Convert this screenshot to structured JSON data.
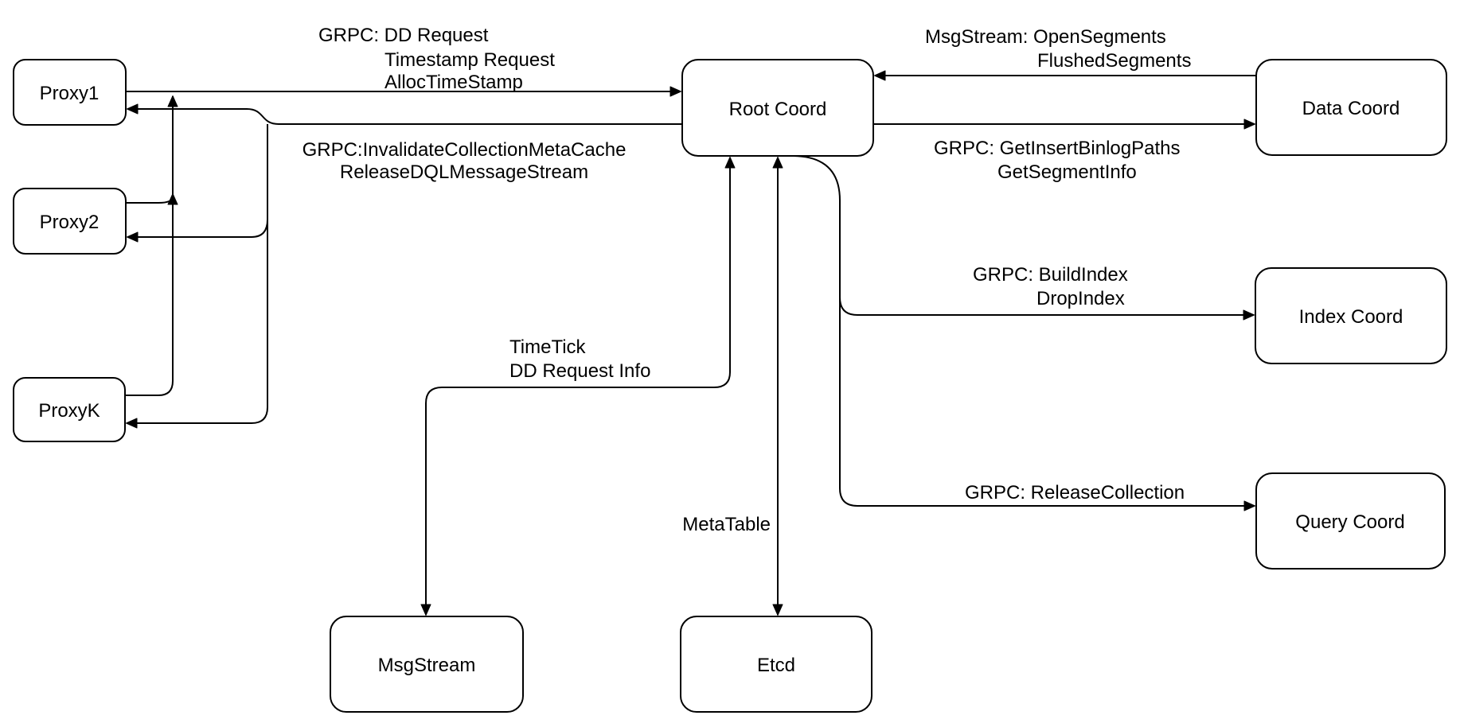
{
  "diagram": {
    "type": "architecture-flow-diagram",
    "colors": {
      "background": "#ffffff",
      "node_fill": "#ffffff",
      "stroke": "#000000",
      "text": "#000000"
    },
    "nodes": {
      "proxy1": {
        "label": "Proxy1"
      },
      "proxy2": {
        "label": "Proxy2"
      },
      "proxyk": {
        "label": "ProxyK"
      },
      "root_coord": {
        "label": "Root Coord"
      },
      "data_coord": {
        "label": "Data Coord"
      },
      "index_coord": {
        "label": "Index Coord"
      },
      "query_coord": {
        "label": "Query Coord"
      },
      "msgstream": {
        "label": "MsgStream"
      },
      "etcd": {
        "label": "Etcd"
      }
    },
    "edge_labels": {
      "proxy_to_root": {
        "lines": [
          "GRPC: DD Request",
          "Timestamp Request",
          "AllocTimeStamp"
        ]
      },
      "root_to_proxy": {
        "lines": [
          "GRPC:InvalidateCollectionMetaCache",
          "ReleaseDQLMessageStream"
        ]
      },
      "data_to_root": {
        "lines": [
          "MsgStream: OpenSegments",
          "FlushedSegments"
        ]
      },
      "root_to_data": {
        "lines": [
          "GRPC: GetInsertBinlogPaths",
          "GetSegmentInfo"
        ]
      },
      "root_to_index": {
        "lines": [
          "GRPC: BuildIndex",
          "DropIndex"
        ]
      },
      "root_to_query": {
        "lines": [
          "GRPC: ReleaseCollection"
        ]
      },
      "root_to_msgstream": {
        "lines": [
          "TimeTick",
          "DD Request Info"
        ]
      },
      "root_to_etcd": {
        "lines": [
          "MetaTable"
        ]
      }
    },
    "edges": [
      {
        "from": "Proxy1/Proxy2/ProxyK",
        "to": "Root Coord",
        "direction": "to",
        "label": "GRPC: DD Request, Timestamp Request, AllocTimeStamp"
      },
      {
        "from": "Root Coord",
        "to": "Proxy1/Proxy2/ProxyK",
        "direction": "to",
        "label": "GRPC:InvalidateCollectionMetaCache, ReleaseDQLMessageStream"
      },
      {
        "from": "Data Coord",
        "to": "Root Coord",
        "direction": "to",
        "label": "MsgStream: OpenSegments, FlushedSegments"
      },
      {
        "from": "Root Coord",
        "to": "Data Coord",
        "direction": "to",
        "label": "GRPC: GetInsertBinlogPaths, GetSegmentInfo"
      },
      {
        "from": "Root Coord",
        "to": "Index Coord",
        "direction": "to",
        "label": "GRPC: BuildIndex, DropIndex"
      },
      {
        "from": "Root Coord",
        "to": "Query Coord",
        "direction": "to",
        "label": "GRPC: ReleaseCollection"
      },
      {
        "from": "Root Coord",
        "to": "MsgStream",
        "direction": "both",
        "label": "TimeTick, DD Request Info"
      },
      {
        "from": "Root Coord",
        "to": "Etcd",
        "direction": "both",
        "label": "MetaTable"
      }
    ]
  }
}
